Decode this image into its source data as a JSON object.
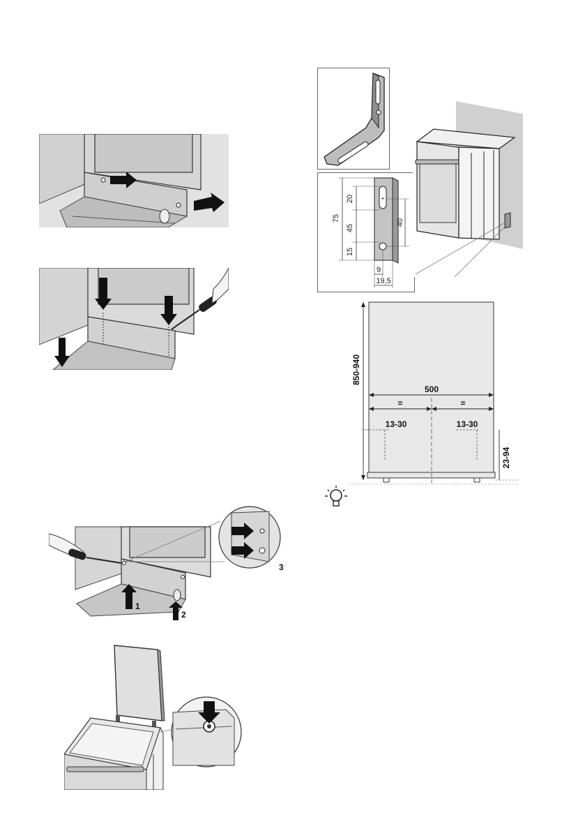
{
  "labels": {
    "fig5_step1": "1",
    "fig5_step2": "2",
    "fig5_step3": "3"
  },
  "bracket_dims": {
    "d75": "75",
    "d20": "20",
    "d45": "45",
    "d15": "15",
    "d40": "40",
    "d9": "9",
    "d19_5": "19,5"
  },
  "install_dims": {
    "height": "850-940",
    "width": "500",
    "equal_left": "=",
    "equal_right": "=",
    "offset_left": "13-30",
    "offset_right": "13-30",
    "floor_gap": "23-94"
  },
  "icons": {
    "tip": "lightbulb-icon"
  }
}
